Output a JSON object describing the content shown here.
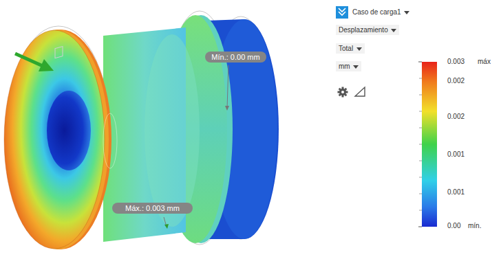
{
  "diagram": {
    "nodes": [
      {
        "text": [
          "Mín.: 0.00 mm"
        ]
      },
      {
        "text": [
          "Máx.: 0.003 mm"
        ]
      },
      {
        "text": [
          "Caso de carga1"
        ]
      },
      {
        "text": [
          "Desplazamiento"
        ]
      },
      {
        "text": [
          "Total"
        ]
      },
      {
        "text": [
          "mm"
        ]
      }
    ],
    "labels": [
      "0.003",
      "máx",
      "0.002",
      "0.002",
      "0.001",
      "0.001",
      "0.00",
      "mín."
    ]
  }
}
